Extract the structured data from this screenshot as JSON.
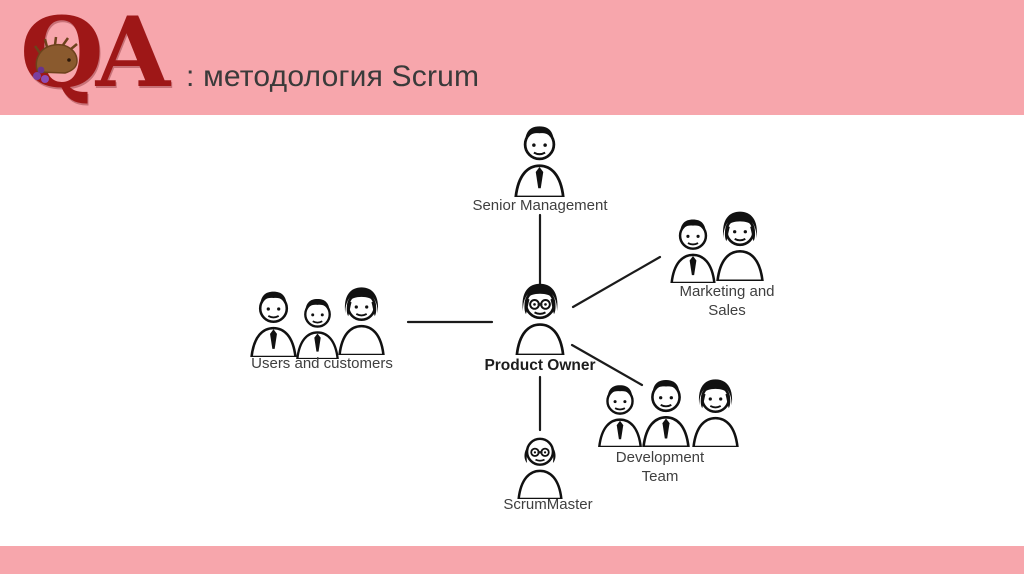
{
  "header": {
    "logo_text": "QA",
    "title": ": методология Scrum"
  },
  "colors": {
    "banner_pink": "#f7a6ac",
    "logo_red": "#9e1717",
    "line_black": "#1b1b1b"
  },
  "diagram": {
    "nodes": {
      "senior_management": {
        "label": "Senior Management"
      },
      "marketing_sales": {
        "label": "Marketing and Sales"
      },
      "users_customers": {
        "label": "Users and customers"
      },
      "product_owner": {
        "label": "Product Owner"
      },
      "development_team": {
        "label": "Development Team"
      },
      "scrum_master": {
        "label": "ScrumMaster"
      }
    }
  }
}
